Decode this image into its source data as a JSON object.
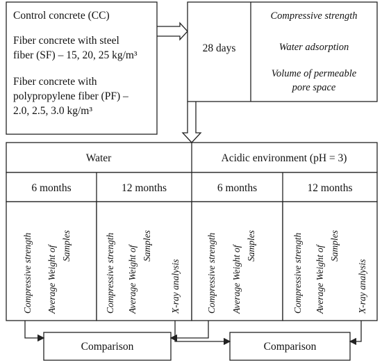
{
  "inputs": {
    "control": "Control concrete (CC)",
    "steel": [
      "Fiber concrete with steel",
      "fiber (SF) – 15, 20, 25 kg/m³"
    ],
    "poly": [
      "Fiber concrete with",
      "polypropylene fiber (PF) –",
      "2.0, 2.5, 3.0 kg/m³"
    ]
  },
  "initial_test": {
    "age": "28 days",
    "properties": [
      "Compressive strength",
      "Water adsorption",
      "Volume of permeable",
      "pore space"
    ]
  },
  "environments": {
    "water": "Water",
    "acidic": "Acidic environment (pH = 3)"
  },
  "durations": {
    "water_6": "6 months",
    "water_12": "12 months",
    "acid_6": "6 months",
    "acid_12": "12 months"
  },
  "tests": {
    "compressive": "Compressive strength",
    "weight_line1": "Average Weight of",
    "weight_line2": "Samples",
    "xray": "X-ray analysis"
  },
  "comparison": {
    "left": "Comparison",
    "right": "Comparison"
  }
}
